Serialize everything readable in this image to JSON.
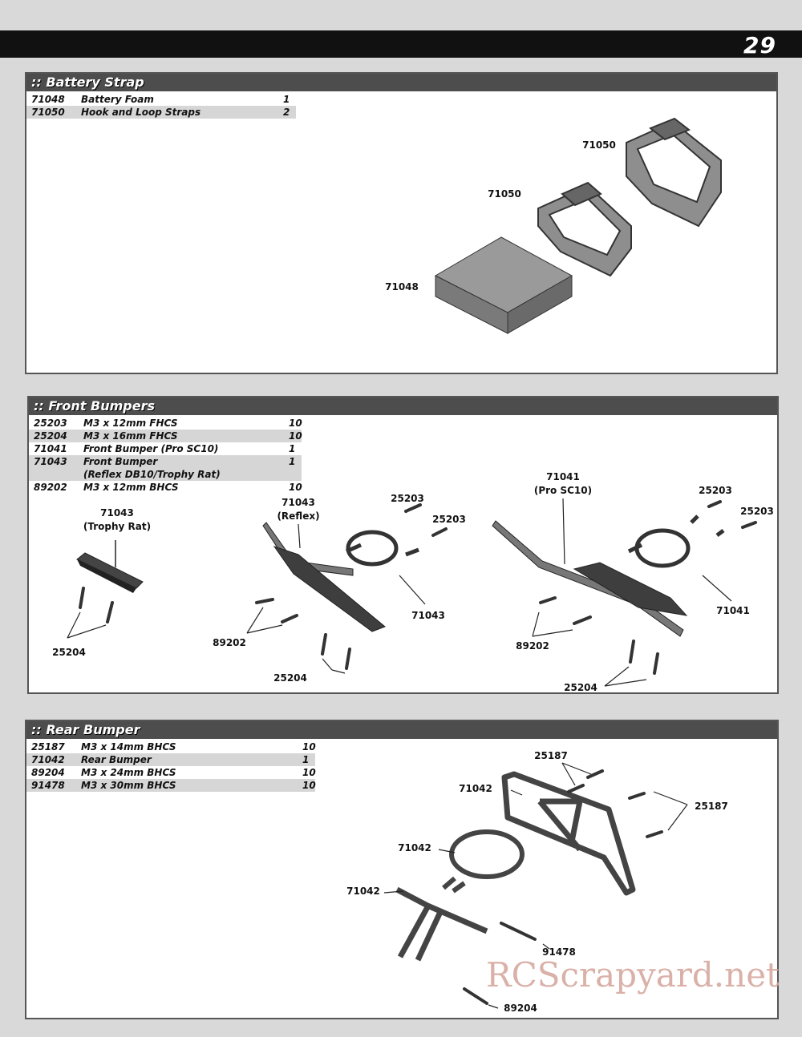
{
  "page_number": "29",
  "battery_strap": {
    "title": ":: Battery Strap",
    "parts": [
      {
        "pn": "71048",
        "desc": "Battery Foam",
        "qty": "1"
      },
      {
        "pn": "71050",
        "desc": "Hook and Loop Straps",
        "qty": "2"
      }
    ],
    "labels": {
      "strap_a": "71050",
      "strap_b": "71050",
      "foam": "71048"
    }
  },
  "front_bumpers": {
    "title": ":: Front Bumpers",
    "parts": [
      {
        "pn": "25203",
        "desc": "M3 x 12mm FHCS",
        "qty": "10"
      },
      {
        "pn": "25204",
        "desc": "M3 x 16mm FHCS",
        "qty": "10"
      },
      {
        "pn": "71041",
        "desc": "Front Bumper (Pro SC10)",
        "qty": "1"
      },
      {
        "pn": "71043",
        "desc": "Front Bumper",
        "qty": "1"
      },
      {
        "pn": "",
        "desc": "(Reflex DB10/Trophy Rat)",
        "qty": ""
      },
      {
        "pn": "89202",
        "desc": "M3 x 12mm BHCS",
        "qty": "10"
      }
    ],
    "labels": {
      "trophy_pn": "71043",
      "trophy_name": "(Trophy Rat)",
      "trophy_screws": "25204",
      "reflex_pn": "71043",
      "reflex_name": "(Reflex)",
      "reflex_screws_a": "89202",
      "reflex_screws_b": "25204",
      "reflex_mount_screw_a": "25203",
      "reflex_mount_screw_b": "25203",
      "reflex_mount": "71043",
      "prosc_pn": "71041",
      "prosc_name": "(Pro SC10)",
      "prosc_screws_a": "89202",
      "prosc_screws_b": "25204",
      "prosc_mount_screw_a": "25203",
      "prosc_mount_screw_b": "25203",
      "prosc_mount": "71041"
    }
  },
  "rear_bumper": {
    "title": ":: Rear Bumper",
    "parts": [
      {
        "pn": "25187",
        "desc": "M3 x 14mm BHCS",
        "qty": "10"
      },
      {
        "pn": "71042",
        "desc": "Rear Bumper",
        "qty": "1"
      },
      {
        "pn": "89204",
        "desc": "M3 x 24mm BHCS",
        "qty": "10"
      },
      {
        "pn": "91478",
        "desc": "M3 x 30mm BHCS",
        "qty": "10"
      }
    ],
    "labels": {
      "screws_top": "25187",
      "screws_right": "25187",
      "bumper": "71042",
      "mount": "71042",
      "brace": "71042",
      "long_screw_a": "91478",
      "long_screw_b": "89204"
    }
  },
  "watermark": "RCScrapyard.net"
}
